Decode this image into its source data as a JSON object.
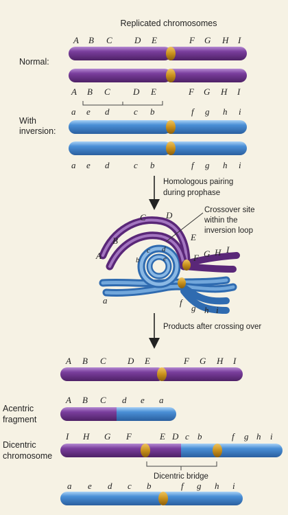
{
  "title": "Replicated chromosomes",
  "colors": {
    "purple": "#7a3e9d",
    "purple_light": "#a06bc2",
    "blue": "#4a8fd6",
    "blue_light": "#8fc0ee",
    "centromere": "#c8901c",
    "background": "#f6f2e4"
  },
  "normal": {
    "label": "Normal:",
    "top_genes": [
      "A",
      "B",
      "C",
      "D",
      "E",
      "F",
      "G",
      "H",
      "I"
    ],
    "bottom_genes": [
      "A",
      "B",
      "C",
      "D",
      "E",
      "F",
      "G",
      "H",
      "I"
    ]
  },
  "inversion": {
    "label_line1": "With",
    "label_line2": "inversion:",
    "top_genes": [
      "a",
      "e",
      "d",
      "c",
      "b",
      "f",
      "g",
      "h",
      "i"
    ],
    "bottom_genes": [
      "a",
      "e",
      "d",
      "c",
      "b",
      "f",
      "g",
      "h",
      "i"
    ]
  },
  "step1": {
    "line1": "Homologous pairing",
    "line2": "during prophase"
  },
  "crossover": {
    "line1": "Crossover site",
    "line2": "within the",
    "line3": "inversion loop",
    "purple_genes": [
      "A",
      "B",
      "C",
      "D",
      "E",
      "F",
      "G",
      "H",
      "I"
    ],
    "blue_genes": [
      "a",
      "b",
      "c",
      "d",
      "e",
      "f",
      "g",
      "h",
      "i"
    ]
  },
  "step2": {
    "label": "Products after crossing over"
  },
  "products": {
    "p1_genes": [
      "A",
      "B",
      "C",
      "D",
      "E",
      "F",
      "G",
      "H",
      "I"
    ],
    "acentric_label1": "Acentric",
    "acentric_label2": "fragment",
    "acentric_genes": [
      "A",
      "B",
      "C",
      "d",
      "e",
      "a"
    ],
    "dicentric_label1": "Dicentric",
    "dicentric_label2": "chromosome",
    "dicentric_genes": [
      "I",
      "H",
      "G",
      "F",
      "E",
      "D",
      "c",
      "b",
      "f",
      "g",
      "h",
      "i"
    ],
    "bridge_label": "Dicentric bridge",
    "p4_genes": [
      "a",
      "e",
      "d",
      "c",
      "b",
      "f",
      "g",
      "h",
      "i"
    ]
  }
}
